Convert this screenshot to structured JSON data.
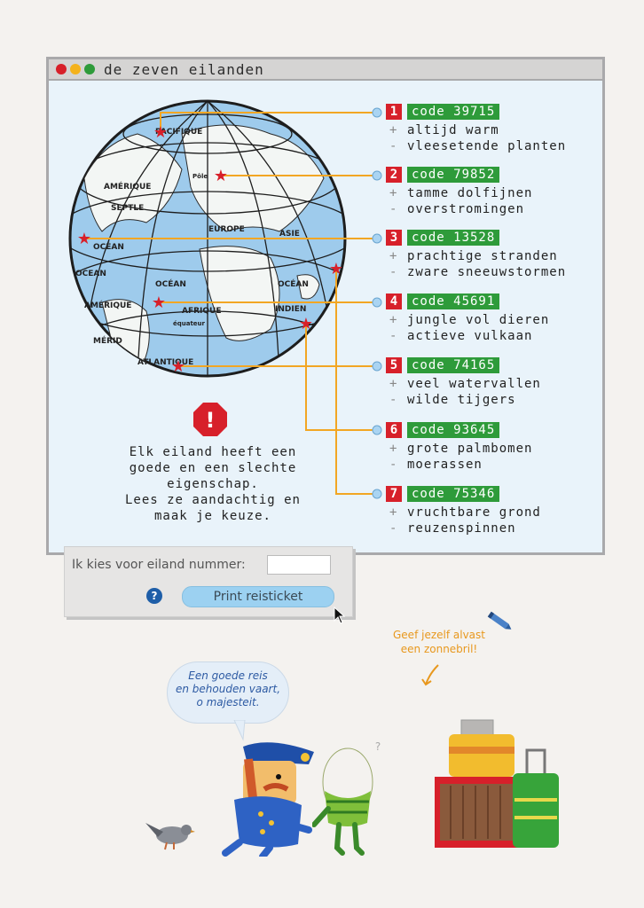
{
  "window": {
    "title": "de zeven eilanden",
    "buttons": {
      "close_color": "#d7202a",
      "min_color": "#f4b21c",
      "max_color": "#2e9b3a"
    }
  },
  "globe": {
    "labels": [
      "PACIFIQUE",
      "Pôle",
      "AMÉRIQUE",
      "SEPTLE",
      "EUROPE",
      "ASIE",
      "OCÉAN",
      "OCÉAN",
      "AFRIQUE",
      "OCÉAN",
      "INDIEN",
      "équateur",
      "AMÉRIQUE",
      "MÉRID",
      "ATLANTIQUE",
      "OCEAN"
    ]
  },
  "islands": [
    {
      "number": "1",
      "code": "code 39715",
      "plus": "altijd warm",
      "minus": "vleesetende planten"
    },
    {
      "number": "2",
      "code": "code 79852",
      "plus": "tamme dolfijnen",
      "minus": "overstromingen"
    },
    {
      "number": "3",
      "code": "code 13528",
      "plus": "prachtige stranden",
      "minus": "zware sneeuwstormen"
    },
    {
      "number": "4",
      "code": "code 45691",
      "plus": "jungle vol dieren",
      "minus": "actieve vulkaan"
    },
    {
      "number": "5",
      "code": "code 74165",
      "plus": "veel watervallen",
      "minus": "wilde tijgers"
    },
    {
      "number": "6",
      "code": "code 93645",
      "plus": "grote palmbomen",
      "minus": "moerassen"
    },
    {
      "number": "7",
      "code": "code 75346",
      "plus": "vruchtbare grond",
      "minus": "reuzenspinnen"
    }
  ],
  "signs": {
    "plus": "+",
    "minus": "-"
  },
  "warning": {
    "symbol": "!",
    "message": "Elk eiland heeft een\ngoede en een slechte\neigenschap.\nLees ze aandachtig en\nmaak je keuze."
  },
  "form": {
    "label": "Ik kies voor eiland nummer:",
    "input_value": "",
    "help_symbol": "?",
    "print_label": "Print reisticket"
  },
  "speech_bubble": "Een goede reis\nen behouden vaart,\no majesteit.",
  "tip": "Geef jezelf alvast\neen zonnebril!",
  "question_mark": "?",
  "colors": {
    "accent_green": "#2e9b3a",
    "accent_red": "#d7202a",
    "line_orange": "#f2a623",
    "globe_blue": "#9ecbec"
  }
}
